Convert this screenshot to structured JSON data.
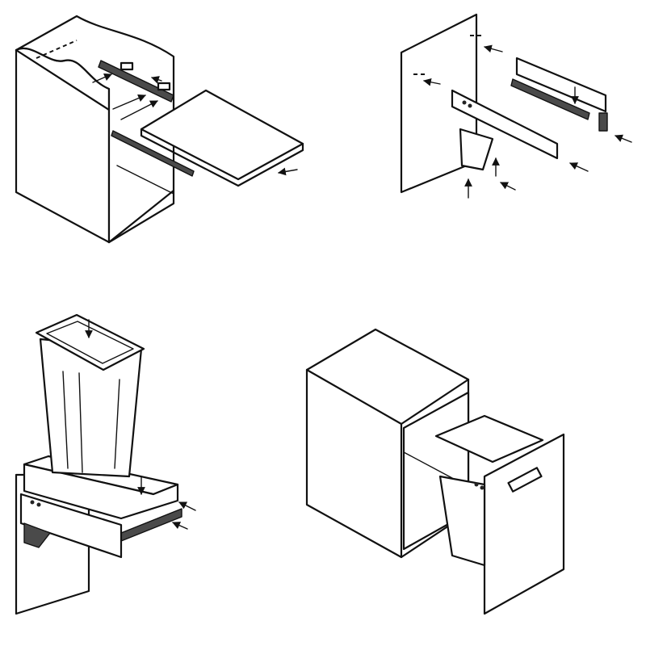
{
  "diagram": {
    "steps": [
      {
        "id": "step-1",
        "icon": "cabinet-drawer-slide-icon"
      },
      {
        "id": "step-2",
        "icon": "bracket-mounting-icon"
      },
      {
        "id": "step-3",
        "icon": "bin-placement-icon"
      },
      {
        "id": "step-4",
        "icon": "installed-pullout-bin-icon"
      }
    ],
    "colors": {
      "line": "#111111",
      "shade": "#4a4a4a",
      "background": "#ffffff"
    }
  }
}
